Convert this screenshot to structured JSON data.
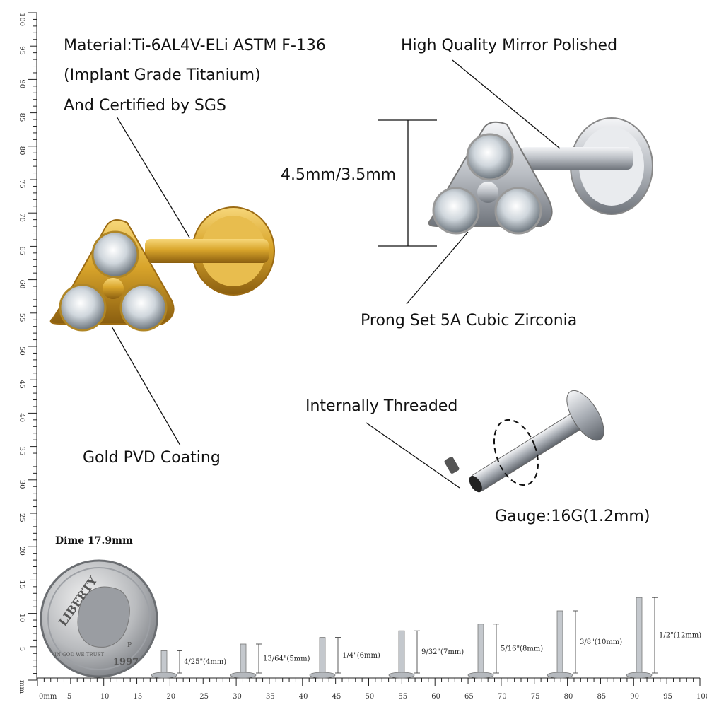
{
  "callouts": {
    "material_line1": "Material:Ti-6AL4V-ELi ASTM F-136",
    "material_line2": "(Implant Grade Titanium)",
    "material_line3": "And Certified by SGS",
    "mirror": "High Quality Mirror Polished",
    "size": "4.5mm/3.5mm",
    "cz": "Prong Set 5A Cubic Zirconia",
    "threaded": "Internally Threaded",
    "gold": "Gold PVD Coating",
    "gauge": "Gauge:16G(1.2mm)",
    "dime": "Dime 17.9mm"
  },
  "coin": {
    "word": "LIBERTY",
    "motto": "IN GOD WE TRUST",
    "year": "1997",
    "mint": "P"
  },
  "lengths": [
    {
      "label": "4/25\"(4mm)",
      "mm": 4
    },
    {
      "label": "13/64\"(5mm)",
      "mm": 5
    },
    {
      "label": "1/4\"(6mm)",
      "mm": 6
    },
    {
      "label": "9/32\"(7mm)",
      "mm": 7
    },
    {
      "label": "5/16\"(8mm)",
      "mm": 8
    },
    {
      "label": "3/8\"(10mm)",
      "mm": 10
    },
    {
      "label": "1/2\"(12mm)",
      "mm": 12
    }
  ],
  "ruler": {
    "unit": "mm",
    "bottom_labels": [
      "0mm",
      "5",
      "10",
      "15",
      "20",
      "25",
      "30",
      "35",
      "40",
      "45",
      "50",
      "55",
      "60",
      "65",
      "70",
      "75",
      "80",
      "85",
      "90",
      "95",
      "100"
    ],
    "left_labels": [
      "mm",
      "5",
      "10",
      "15",
      "20",
      "25",
      "30",
      "35",
      "40",
      "45",
      "50",
      "55",
      "60",
      "65",
      "70",
      "75",
      "80",
      "85",
      "90",
      "95",
      "100"
    ]
  },
  "colors": {
    "gold": "#d9a52b",
    "silver": "#c9ccd1",
    "ink": "#111111"
  }
}
